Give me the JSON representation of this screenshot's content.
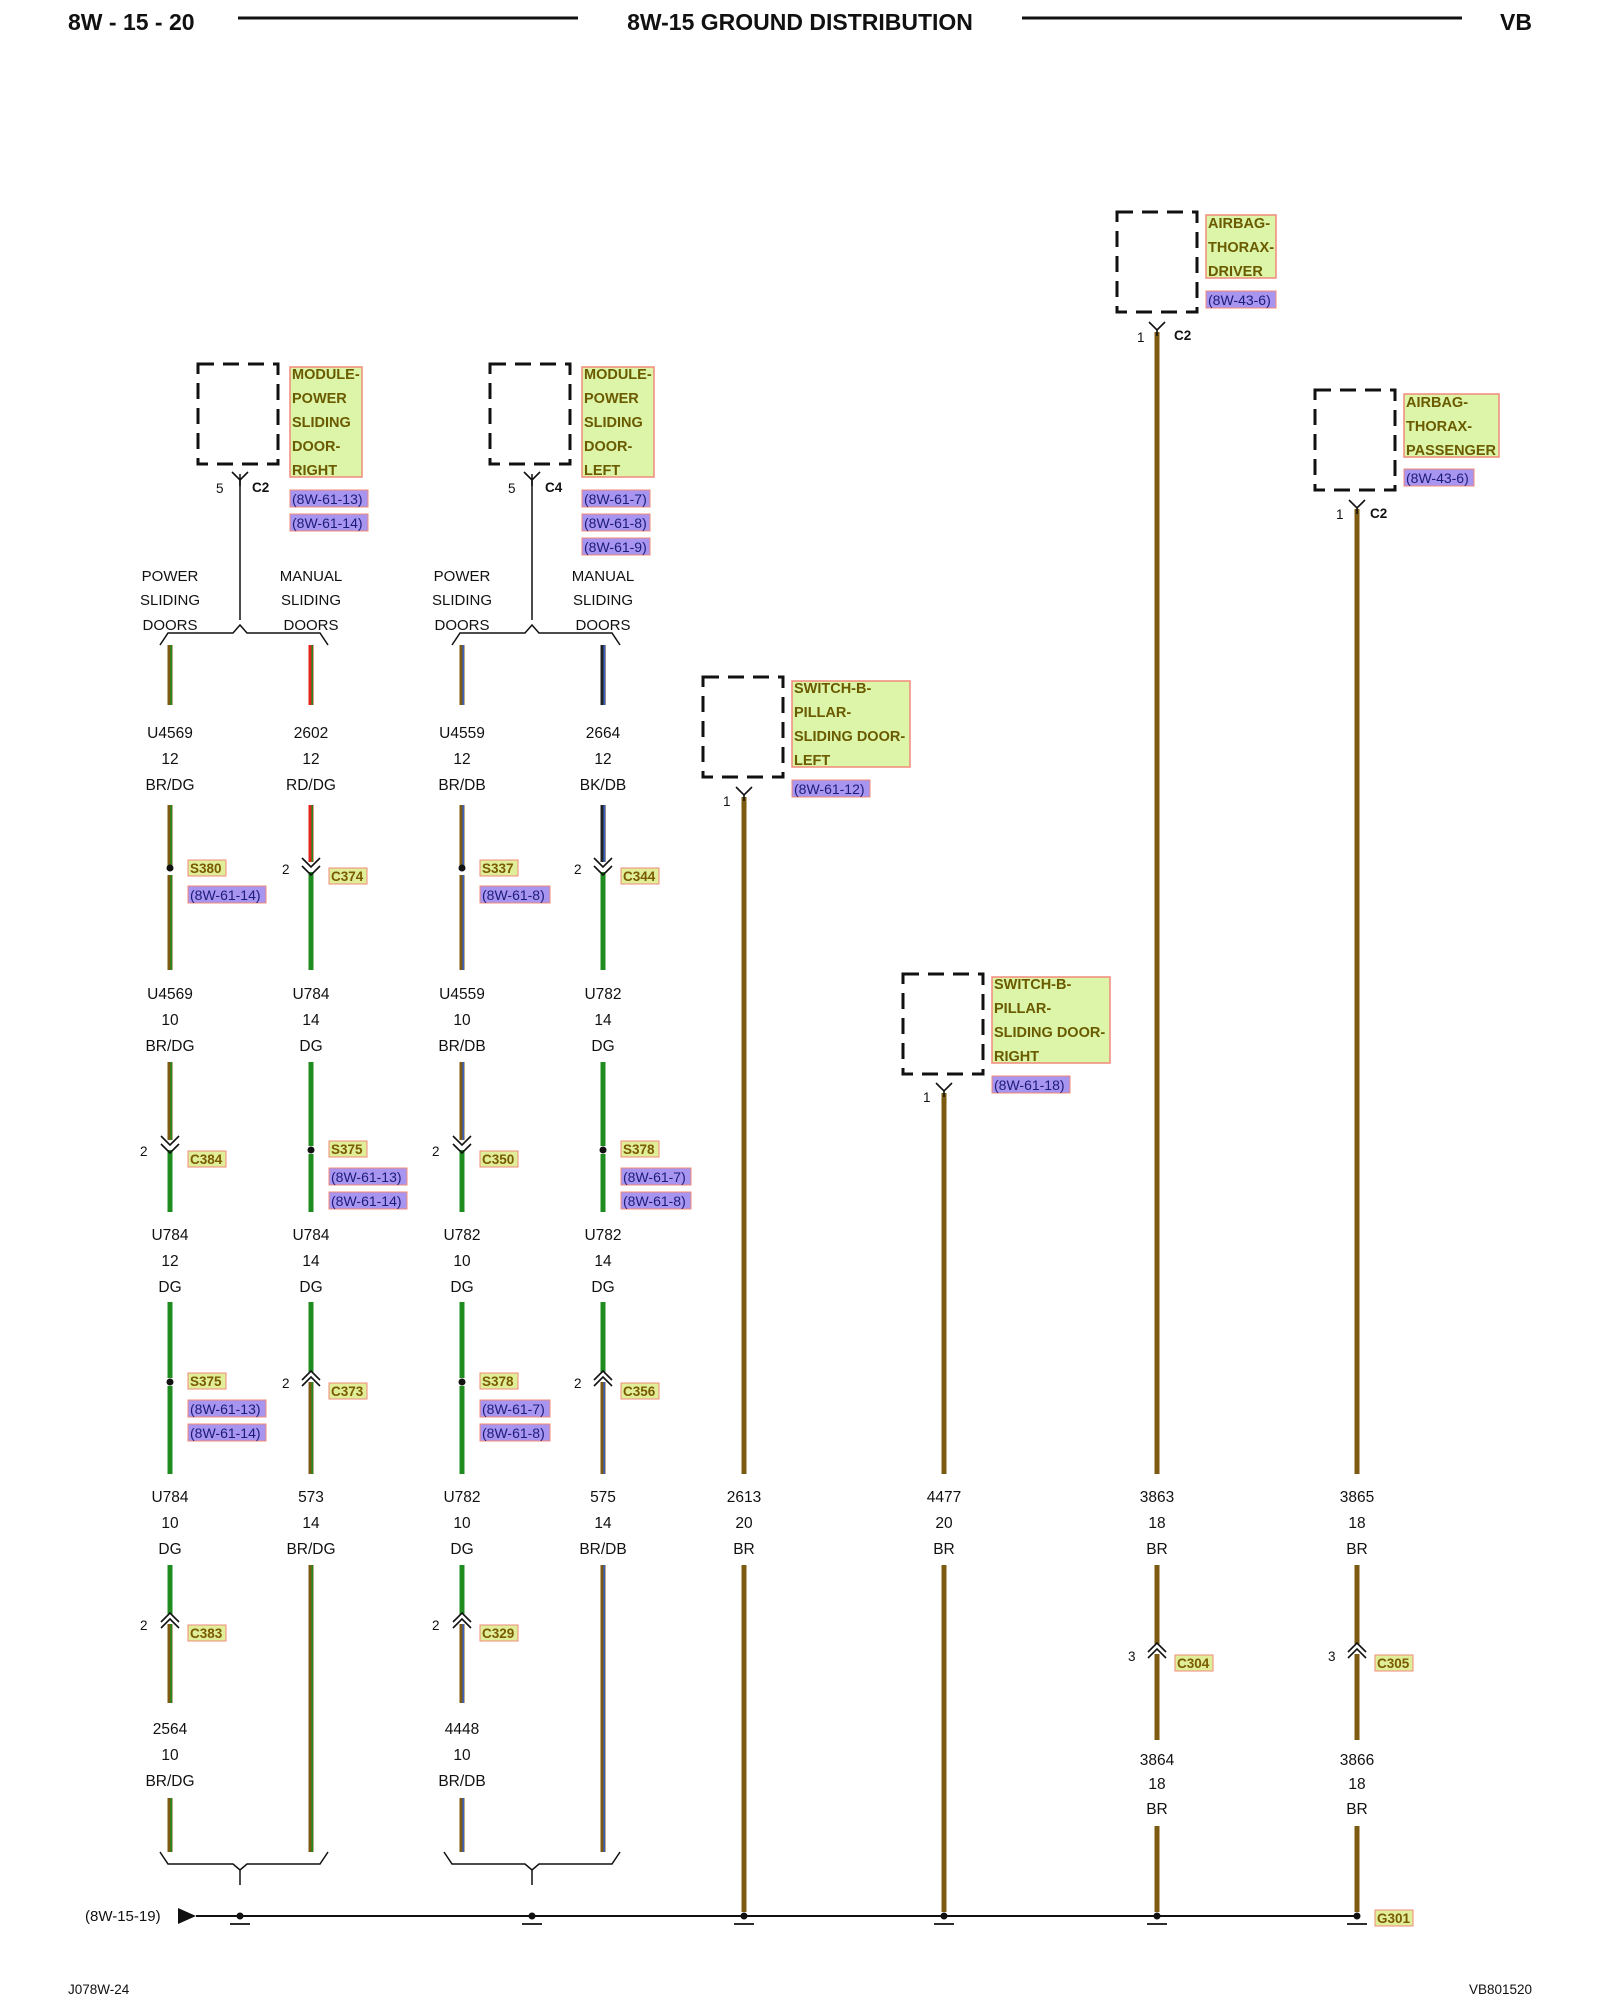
{
  "header": {
    "left": "8W - 15 - 20",
    "center": "8W-15 GROUND DISTRIBUTION",
    "right": "VB"
  },
  "footer": {
    "left": "J078W-24",
    "right": "VB801520"
  },
  "colors": {
    "DG": "#1f8c1f",
    "BR": "#7d5a12",
    "RD": "#e3261b",
    "BK": "#222222",
    "DB": "#3b5fbf",
    "comp_fill": "#dcf5a8",
    "comp_border": "#f08a78",
    "ref_fill": "#a895f0",
    "conn_fill": "#e0ee9a"
  },
  "components": [
    {
      "id": "airbag_driver",
      "lines": [
        "AIRBAG-",
        "THORAX-",
        "DRIVER"
      ],
      "refs": [
        "(8W-43-6)"
      ],
      "pin": "1",
      "connector": "C2"
    },
    {
      "id": "airbag_pass",
      "lines": [
        "AIRBAG-",
        "THORAX-",
        "PASSENGER"
      ],
      "refs": [
        "(8W-43-6)"
      ],
      "pin": "1",
      "connector": "C2"
    },
    {
      "id": "mod_right",
      "lines": [
        "MODULE-",
        "POWER",
        "SLIDING",
        "DOOR-",
        "RIGHT"
      ],
      "refs": [
        "(8W-61-13)",
        "(8W-61-14)"
      ],
      "pin": "5",
      "connector": "C2"
    },
    {
      "id": "mod_left",
      "lines": [
        "MODULE-",
        "POWER",
        "SLIDING",
        "DOOR-",
        "LEFT"
      ],
      "refs": [
        "(8W-61-7)",
        "(8W-61-8)",
        "(8W-61-9)"
      ],
      "pin": "5",
      "connector": "C4"
    },
    {
      "id": "sw_left",
      "lines": [
        "SWITCH-B-",
        "PILLAR-",
        "SLIDING DOOR-",
        "LEFT"
      ],
      "refs": [
        "(8W-61-12)"
      ],
      "pin": "1",
      "connector": ""
    },
    {
      "id": "sw_right",
      "lines": [
        "SWITCH-B-",
        "PILLAR-",
        "SLIDING DOOR-",
        "RIGHT"
      ],
      "refs": [
        "(8W-61-18)"
      ],
      "pin": "1",
      "connector": ""
    }
  ],
  "options": [
    {
      "lines": [
        "POWER",
        "SLIDING",
        "DOORS"
      ]
    },
    {
      "lines": [
        "MANUAL",
        "SLIDING",
        "DOORS"
      ]
    },
    {
      "lines": [
        "POWER",
        "SLIDING",
        "DOORS"
      ]
    },
    {
      "lines": [
        "MANUAL",
        "SLIDING",
        "DOORS"
      ]
    }
  ],
  "wires": [
    {
      "circuit": "U4569",
      "gauge": "12",
      "color": "BR/DG"
    },
    {
      "circuit": "2602",
      "gauge": "12",
      "color": "RD/DG"
    },
    {
      "circuit": "U4559",
      "gauge": "12",
      "color": "BR/DB"
    },
    {
      "circuit": "2664",
      "gauge": "12",
      "color": "BK/DB"
    },
    {
      "circuit": "U4569",
      "gauge": "10",
      "color": "BR/DG"
    },
    {
      "circuit": "U784",
      "gauge": "14",
      "color": "DG"
    },
    {
      "circuit": "U4559",
      "gauge": "10",
      "color": "BR/DB"
    },
    {
      "circuit": "U782",
      "gauge": "14",
      "color": "DG"
    },
    {
      "circuit": "U784",
      "gauge": "12",
      "color": "DG"
    },
    {
      "circuit": "U784",
      "gauge": "14",
      "color": "DG"
    },
    {
      "circuit": "U782",
      "gauge": "10",
      "color": "DG"
    },
    {
      "circuit": "U782",
      "gauge": "14",
      "color": "DG"
    },
    {
      "circuit": "U784",
      "gauge": "10",
      "color": "DG"
    },
    {
      "circuit": "573",
      "gauge": "14",
      "color": "BR/DG"
    },
    {
      "circuit": "U782",
      "gauge": "10",
      "color": "DG"
    },
    {
      "circuit": "575",
      "gauge": "14",
      "color": "BR/DB"
    },
    {
      "circuit": "2613",
      "gauge": "20",
      "color": "BR"
    },
    {
      "circuit": "4477",
      "gauge": "20",
      "color": "BR"
    },
    {
      "circuit": "3863",
      "gauge": "18",
      "color": "BR"
    },
    {
      "circuit": "3865",
      "gauge": "18",
      "color": "BR"
    },
    {
      "circuit": "2564",
      "gauge": "10",
      "color": "BR/DG"
    },
    {
      "circuit": "4448",
      "gauge": "10",
      "color": "BR/DB"
    },
    {
      "circuit": "3864",
      "gauge": "18",
      "color": "BR"
    },
    {
      "circuit": "3866",
      "gauge": "18",
      "color": "BR"
    }
  ],
  "splices": [
    {
      "name": "S380",
      "refs": [
        "(8W-61-14)"
      ]
    },
    {
      "name": "S337",
      "refs": [
        "(8W-61-8)"
      ]
    },
    {
      "name": "S375",
      "refs": [
        "(8W-61-13)",
        "(8W-61-14)"
      ]
    },
    {
      "name": "S378",
      "refs": [
        "(8W-61-7)",
        "(8W-61-8)"
      ]
    },
    {
      "name": "S375",
      "refs": [
        "(8W-61-13)",
        "(8W-61-14)"
      ]
    },
    {
      "name": "S378",
      "refs": [
        "(8W-61-7)",
        "(8W-61-8)"
      ]
    }
  ],
  "connectors": [
    {
      "name": "C374",
      "pin": "2"
    },
    {
      "name": "C344",
      "pin": "2"
    },
    {
      "name": "C384",
      "pin": "2"
    },
    {
      "name": "C350",
      "pin": "2"
    },
    {
      "name": "C373",
      "pin": "2"
    },
    {
      "name": "C356",
      "pin": "2"
    },
    {
      "name": "C383",
      "pin": "2"
    },
    {
      "name": "C329",
      "pin": "2"
    },
    {
      "name": "C304",
      "pin": "3"
    },
    {
      "name": "C305",
      "pin": "3"
    }
  ],
  "ground": {
    "name": "G301",
    "ref": "(8W-15-19)"
  }
}
